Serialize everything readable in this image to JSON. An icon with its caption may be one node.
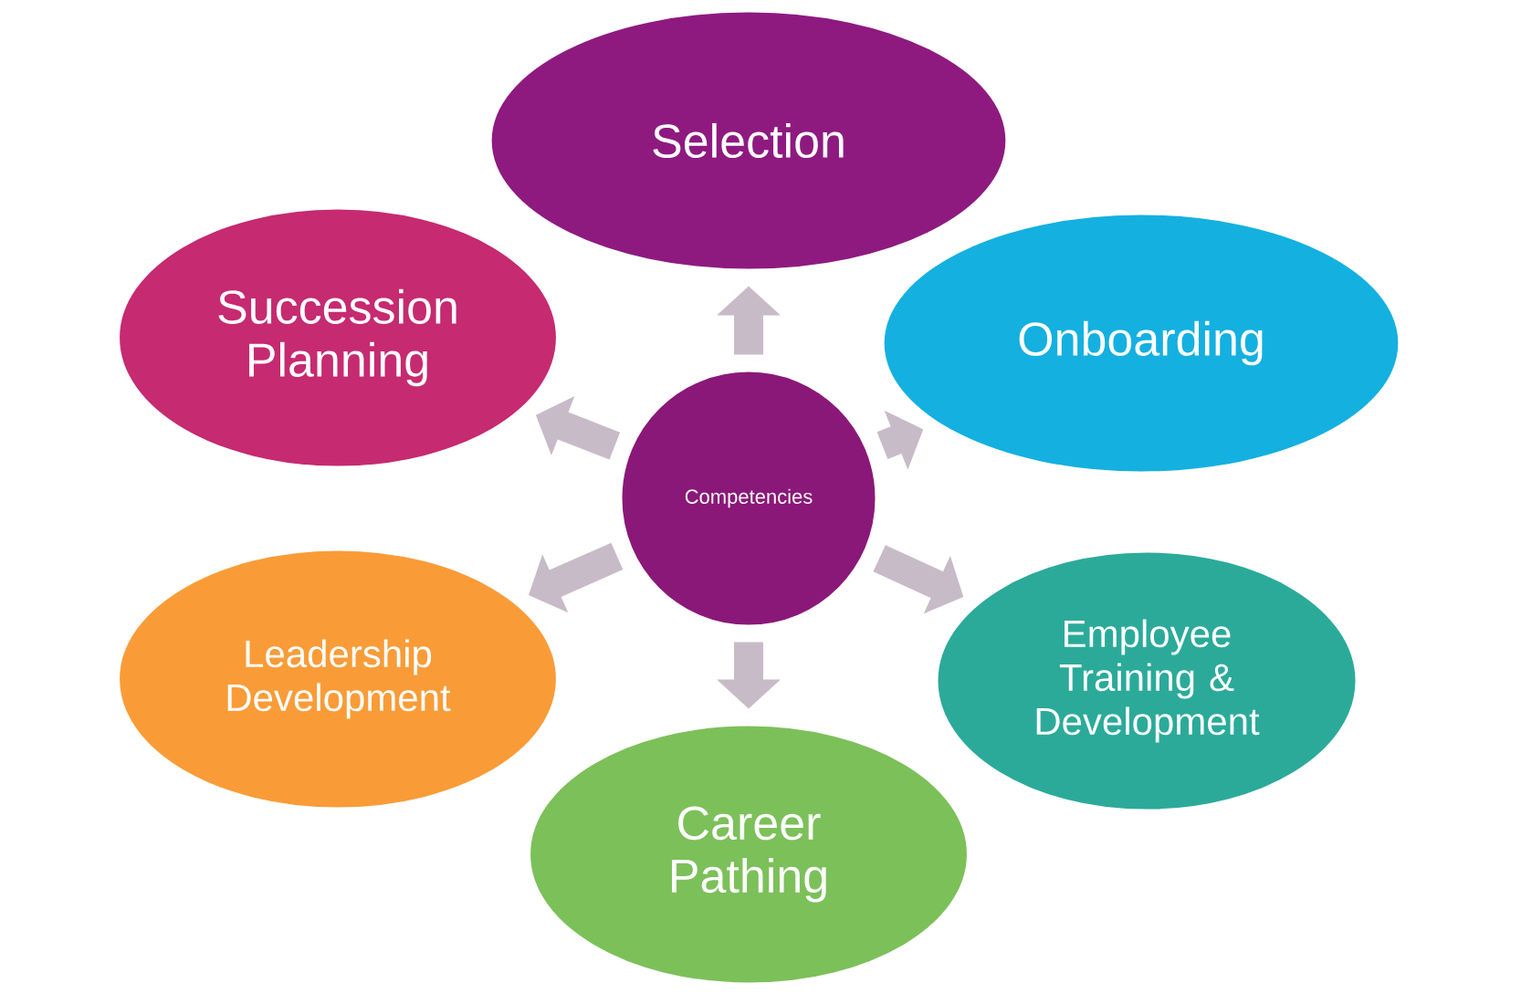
{
  "diagram": {
    "nodes": [
      {
        "text": [
          "Selection"
        ]
      },
      {
        "text": [
          "Succession Planning"
        ]
      },
      {
        "text": [
          "Onboarding"
        ]
      },
      {
        "text": [
          "Competencies"
        ]
      },
      {
        "text": [
          "Leadership Development"
        ]
      },
      {
        "text": [
          "Employee Training & Development"
        ]
      },
      {
        "text": [
          "Career Pathing"
        ]
      }
    ],
    "edges": [
      {
        "from": 3,
        "to": 0,
        "arrow": "to"
      },
      {
        "from": 3,
        "to": 2,
        "arrow": "to"
      },
      {
        "from": 3,
        "to": 5,
        "arrow": "to"
      },
      {
        "from": 3,
        "to": 6,
        "arrow": "to"
      },
      {
        "from": 3,
        "to": 4,
        "arrow": "to"
      },
      {
        "from": 3,
        "to": 1,
        "arrow": "to"
      }
    ]
  }
}
